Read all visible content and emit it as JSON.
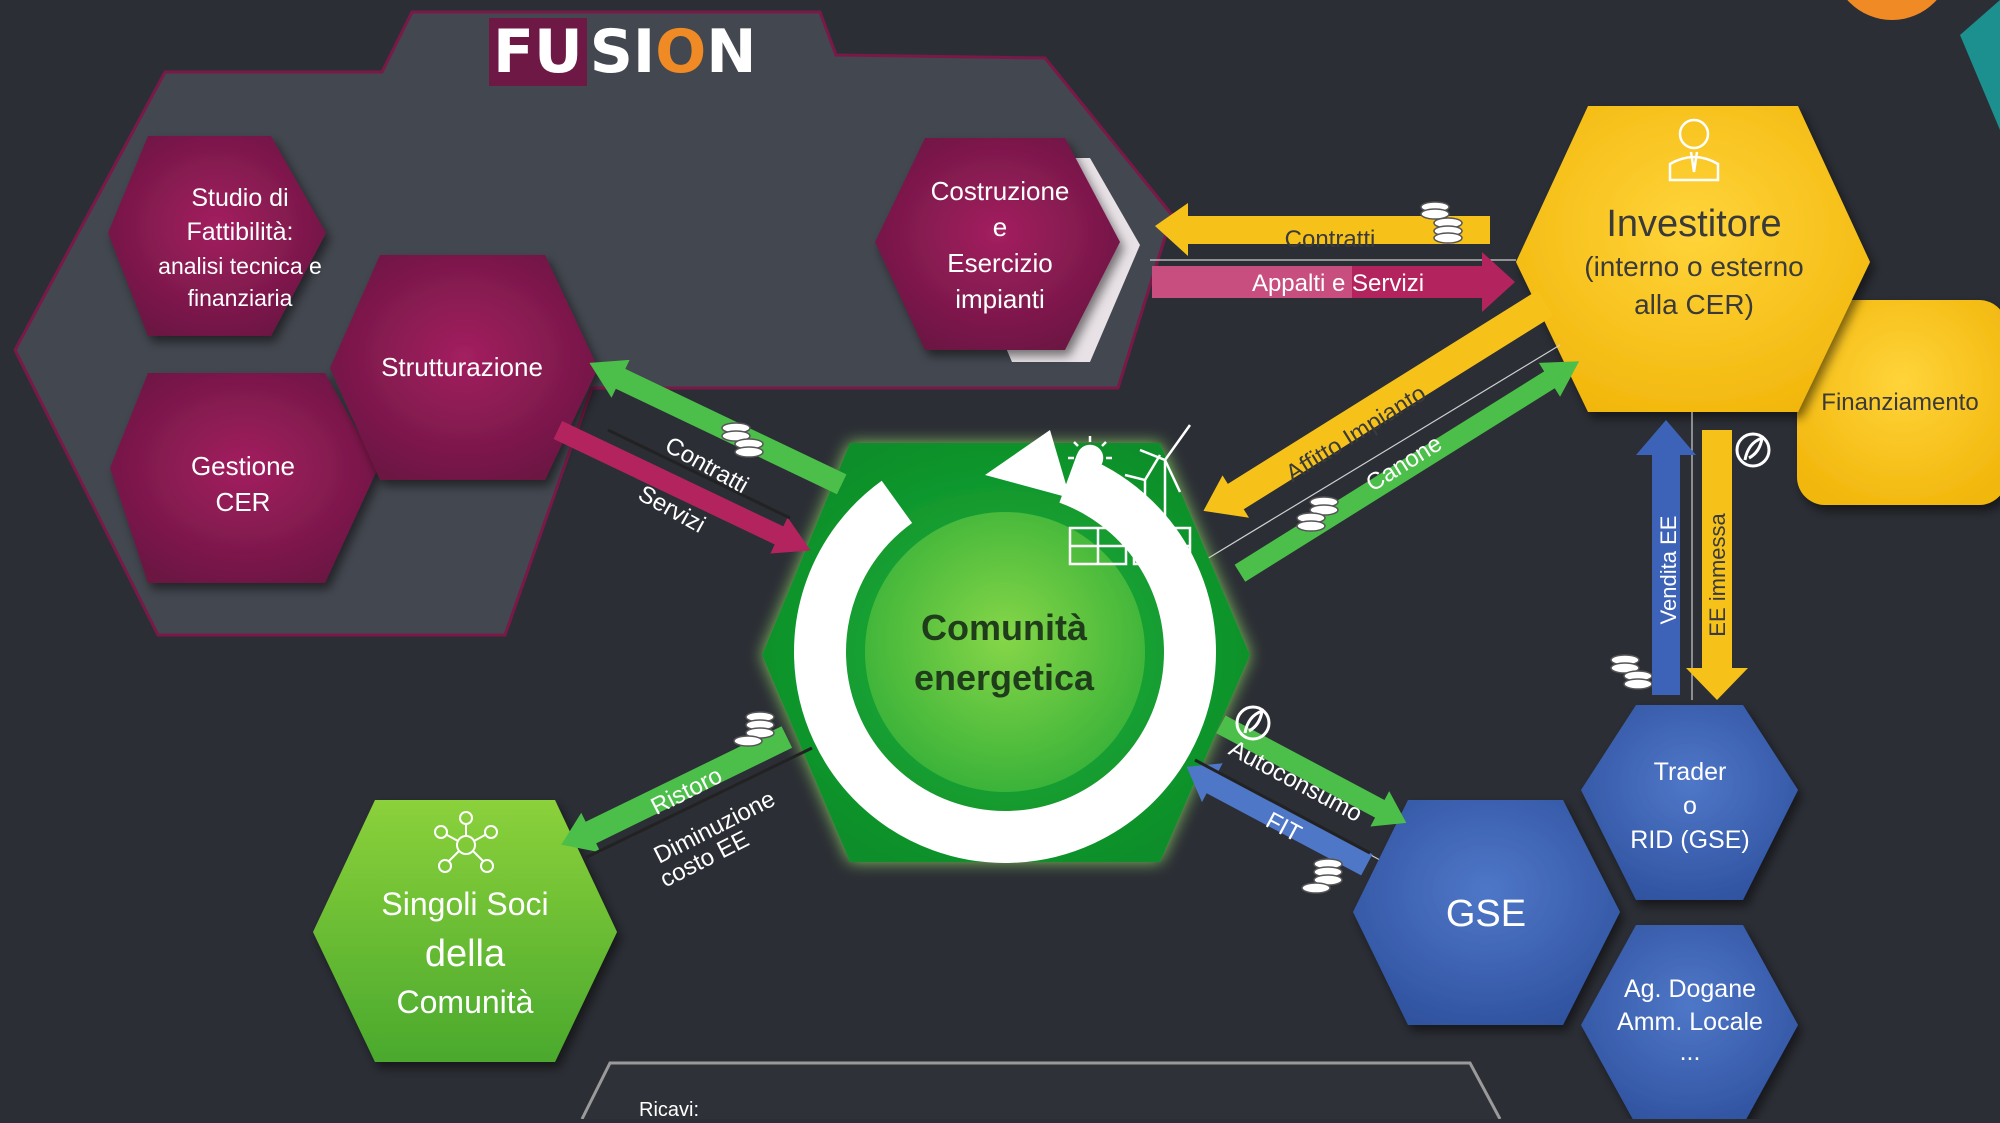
{
  "logo": {
    "part1": "FU",
    "part2": "SI",
    "part3": "O",
    "part4": "N"
  },
  "fusion_nodes": {
    "studio": [
      "Studio di",
      "Fattibilità:",
      "analisi tecnica e",
      "finanziaria"
    ],
    "strutturazione": [
      "Strutturazione"
    ],
    "gestione": [
      "Gestione",
      "CER"
    ],
    "costruzione": [
      "Costruzione",
      "e",
      "Esercizio",
      "impianti"
    ]
  },
  "center": [
    "Comunità",
    "energetica"
  ],
  "investitore": {
    "title": "Investitore",
    "subtitle": [
      "(interno o esterno",
      "alla CER)"
    ]
  },
  "finanziamento": "Finanziamento",
  "soci": [
    "Singoli Soci",
    "della",
    "Comunità"
  ],
  "gse": "GSE",
  "trader": [
    "Trader",
    "o",
    "RID (GSE)"
  ],
  "dogane": [
    "Ag. Dogane",
    "Amm. Locale",
    "..."
  ],
  "arrows": {
    "contratti_top": "Contratti",
    "appalti": "Appalti e Servizi",
    "contratti_left": "Contratti",
    "servizi": "Servizi",
    "affitto": "Affitto Impianto",
    "canone": "Canone",
    "vendita": "Vendita EE",
    "immessa": "EE immessa",
    "ristoro": "Ristoro",
    "diminuzione": [
      "Diminuzione",
      "costo EE"
    ],
    "autoconsumo": "Autoconsumo",
    "fit": "FIT"
  },
  "ricavi_label": "Ricavi:",
  "colors": {
    "background": "#2b2e35",
    "maroon": "#8e1b55",
    "yellow": "#f6c21a",
    "green": "#3aa83a",
    "blue": "#3d63b8",
    "orange": "#f08a24",
    "teal": "#1c8f8f"
  }
}
